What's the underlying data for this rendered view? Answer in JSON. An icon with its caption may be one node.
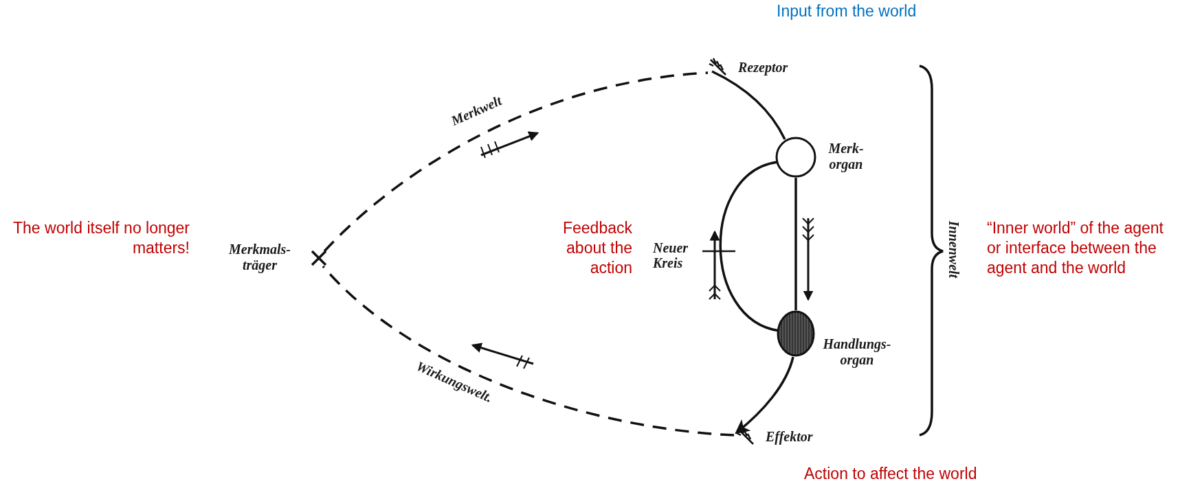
{
  "diagram": {
    "nodes": [
      {
        "text": [],
        "shape": "cross",
        "beside": [
          "Merkmals-träger"
        ]
      },
      {
        "text": [
          "Rezeptor"
        ]
      },
      {
        "text": [],
        "shape": "circle",
        "beside": [
          "Merk-organ"
        ]
      },
      {
        "text": [],
        "shape": "ellipse",
        "beside": [
          "Handlungs-organ"
        ]
      },
      {
        "text": [
          "Effektor"
        ]
      }
    ],
    "edges": [
      {
        "from": 0,
        "to": 1,
        "arrow": "none",
        "style": "dashed",
        "label": "Merkwelt"
      },
      {
        "from": 1,
        "to": 2,
        "arrow": "none"
      },
      {
        "from": 2,
        "to": 3,
        "arrow": "none"
      },
      {
        "from": 3,
        "to": 2,
        "arrow": "none",
        "label": "Neuer Kreis"
      },
      {
        "from": 3,
        "to": 4,
        "arrow": "to"
      },
      {
        "from": 4,
        "to": 0,
        "arrow": "none",
        "style": "dashed",
        "label": "Wirkungswelt."
      }
    ],
    "labels": [
      "Input from the world",
      "The world itself no longer matters!",
      "Feedback about the action",
      "Innenwelt",
      "“Inner world” of the agent or interface between the agent and the world",
      "Action to affect the world"
    ]
  }
}
